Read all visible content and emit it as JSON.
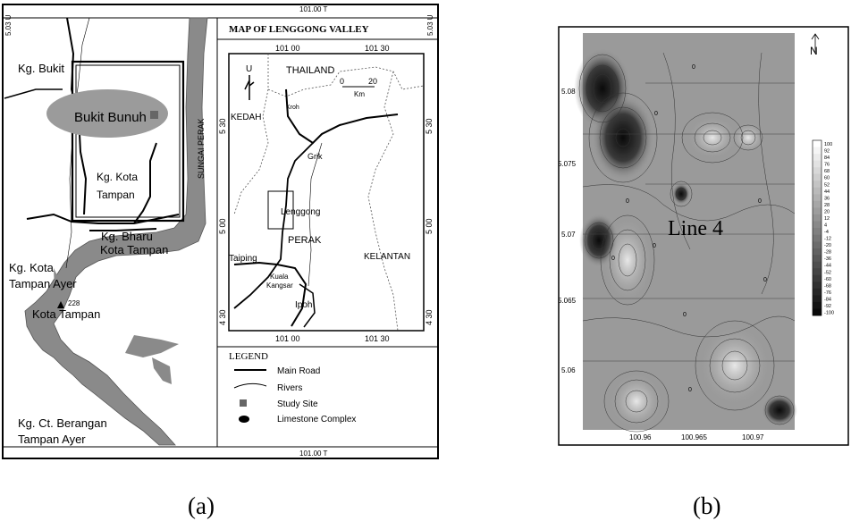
{
  "panel_a": {
    "caption": "(a)",
    "top_coord": "101.00 T",
    "bottom_coord": "101.00 T",
    "left_coord": "5.03 U",
    "right_coord": "5.03 U",
    "river_name": "SUNGAI PERAK",
    "places": {
      "kg_bukit": "Kg. Bukit",
      "bukit_bunuh": "Bukit Bunuh",
      "kg_kota_tampan_1": "Kg. Kota",
      "kg_kota_tampan_2": "Tampan",
      "kg_bharu_1": "Kg. Bharu",
      "kg_bharu_2": "Kota Tampan",
      "kg_kota_tampan_ayer_1": "Kg. Kota",
      "kg_kota_tampan_ayer_2": "Tampan Ayer",
      "elev": "228",
      "kota_tampan": "Kota Tampan",
      "kg_ct_berangan_1": "Kg. Ct. Berangan",
      "kg_ct_berangan_2": "Tampan Ayer"
    },
    "inset": {
      "title": "MAP OF LENGGONG VALLEY",
      "lon_top_1": "101 00",
      "lon_top_2": "101 30",
      "lon_bot_1": "101 00",
      "lon_bot_2": "101 30",
      "lat_1": "5 30",
      "lat_2": "5 00",
      "lat_3": "4 30",
      "north": "U",
      "scale_0": "0",
      "scale_20": "20",
      "scale_unit": "Km",
      "thailand": "THAILAND",
      "kedah": "KEDAH",
      "kroh": "Kroh",
      "grik": "Grik",
      "lenggong": "Lenggong",
      "perak": "PERAK",
      "kelantan": "KELANTAN",
      "taiping": "Taiping",
      "kuala_1": "Kuala",
      "kuala_2": "Kangsar",
      "ipoh": "Ipoh"
    },
    "legend": {
      "title": "LEGEND",
      "items": [
        "Main Road",
        "Rivers",
        "Study Site",
        "Limestone Complex"
      ]
    }
  },
  "panel_b": {
    "caption": "(b)",
    "line_label": "Line 4",
    "north_label": "N",
    "y_ticks": [
      "5.08",
      "5.075",
      "5.07",
      "5.065",
      "5.06"
    ],
    "x_ticks": [
      "100.96",
      "100.965",
      "100.97"
    ],
    "colorbar_labels": [
      "100",
      "92",
      "84",
      "76",
      "68",
      "60",
      "52",
      "44",
      "36",
      "28",
      "20",
      "12",
      "4",
      "-4",
      "-12",
      "-20",
      "-28",
      "-36",
      "-44",
      "-52",
      "-60",
      "-68",
      "-76",
      "-84",
      "-92",
      "-100"
    ],
    "contour_labels": [
      "0",
      "0",
      "0",
      "0",
      "0",
      "0",
      "0",
      "0",
      "0"
    ],
    "colors": {
      "dark": "#222222",
      "mid": "#9a9a9a",
      "light": "#d6d6d6"
    }
  }
}
